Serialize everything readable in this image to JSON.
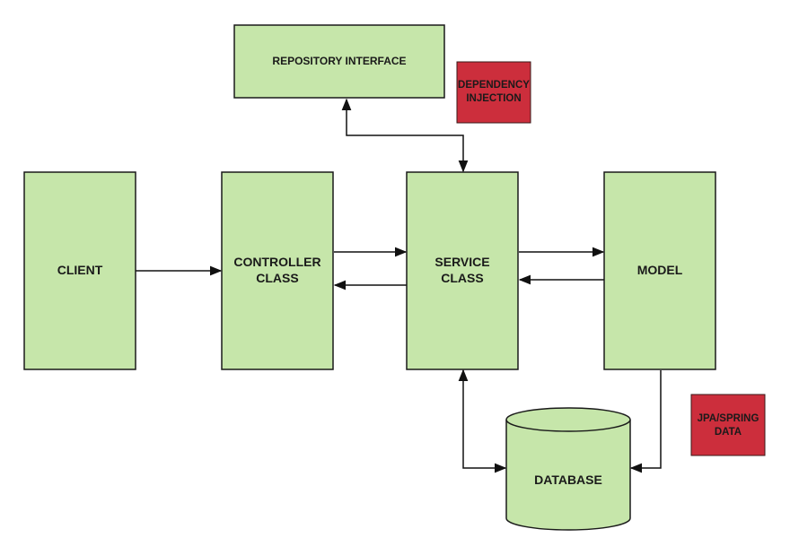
{
  "colors": {
    "node_fill": "#c6e6aa",
    "node_stroke": "#1a1a1a",
    "note_fill": "#cc2e3c",
    "note_stroke": "#3a1a1a",
    "edge": "#111111"
  },
  "nodes": {
    "repository": {
      "lines": [
        "REPOSITORY INTERFACE"
      ]
    },
    "client": {
      "lines": [
        "CLIENT"
      ]
    },
    "controller": {
      "lines": [
        "CONTROLLER",
        "CLASS"
      ]
    },
    "service": {
      "lines": [
        "SERVICE",
        "CLASS"
      ]
    },
    "model": {
      "lines": [
        "MODEL"
      ]
    },
    "database": {
      "lines": [
        "DATABASE"
      ]
    }
  },
  "notes": {
    "dependency_injection": {
      "lines": [
        "DEPENDENCY",
        "INJECTION"
      ]
    },
    "jpa_spring_data": {
      "lines": [
        "JPA/SPRING",
        "DATA"
      ]
    }
  },
  "edges": [
    {
      "from": "client",
      "to": "controller"
    },
    {
      "from": "controller",
      "to": "service"
    },
    {
      "from": "service",
      "to": "controller"
    },
    {
      "from": "service",
      "to": "model"
    },
    {
      "from": "model",
      "to": "service"
    },
    {
      "from": "service",
      "to": "repository",
      "bidirectional": true
    },
    {
      "from": "service",
      "to": "database",
      "bidirectional": true
    },
    {
      "from": "model",
      "to": "database"
    }
  ]
}
